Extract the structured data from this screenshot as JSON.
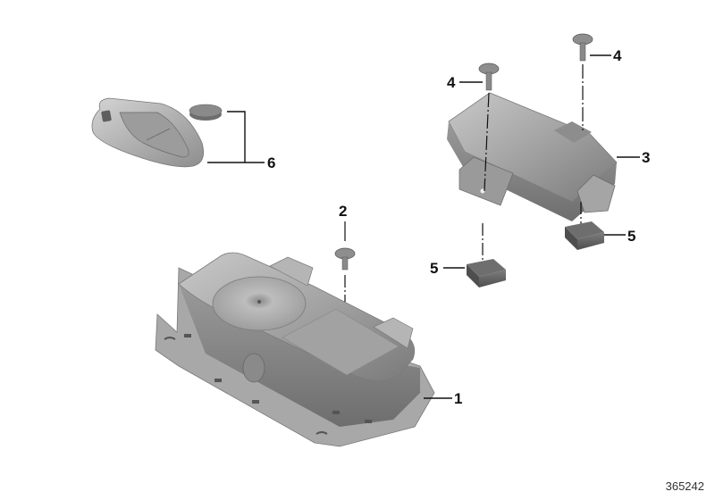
{
  "diagram": {
    "id": "365242",
    "colors": {
      "part_fill": "#9a9a9a",
      "part_light": "#c4c4c4",
      "part_dark": "#6e6e6e",
      "line": "#111111",
      "background": "#ffffff"
    },
    "parts": [
      {
        "number": "1",
        "name": "alarm-siren-unit"
      },
      {
        "number": "2",
        "name": "screw"
      },
      {
        "number": "3",
        "name": "control-module"
      },
      {
        "number": "4",
        "name": "screw"
      },
      {
        "number": "4",
        "name": "screw"
      },
      {
        "number": "5",
        "name": "clip-nut"
      },
      {
        "number": "5",
        "name": "clip-nut"
      },
      {
        "number": "6",
        "name": "remote-key-with-battery"
      }
    ],
    "callouts": {
      "c1": "1",
      "c2": "2",
      "c3": "3",
      "c4a": "4",
      "c4b": "4",
      "c5a": "5",
      "c5b": "5",
      "c6": "6"
    }
  }
}
